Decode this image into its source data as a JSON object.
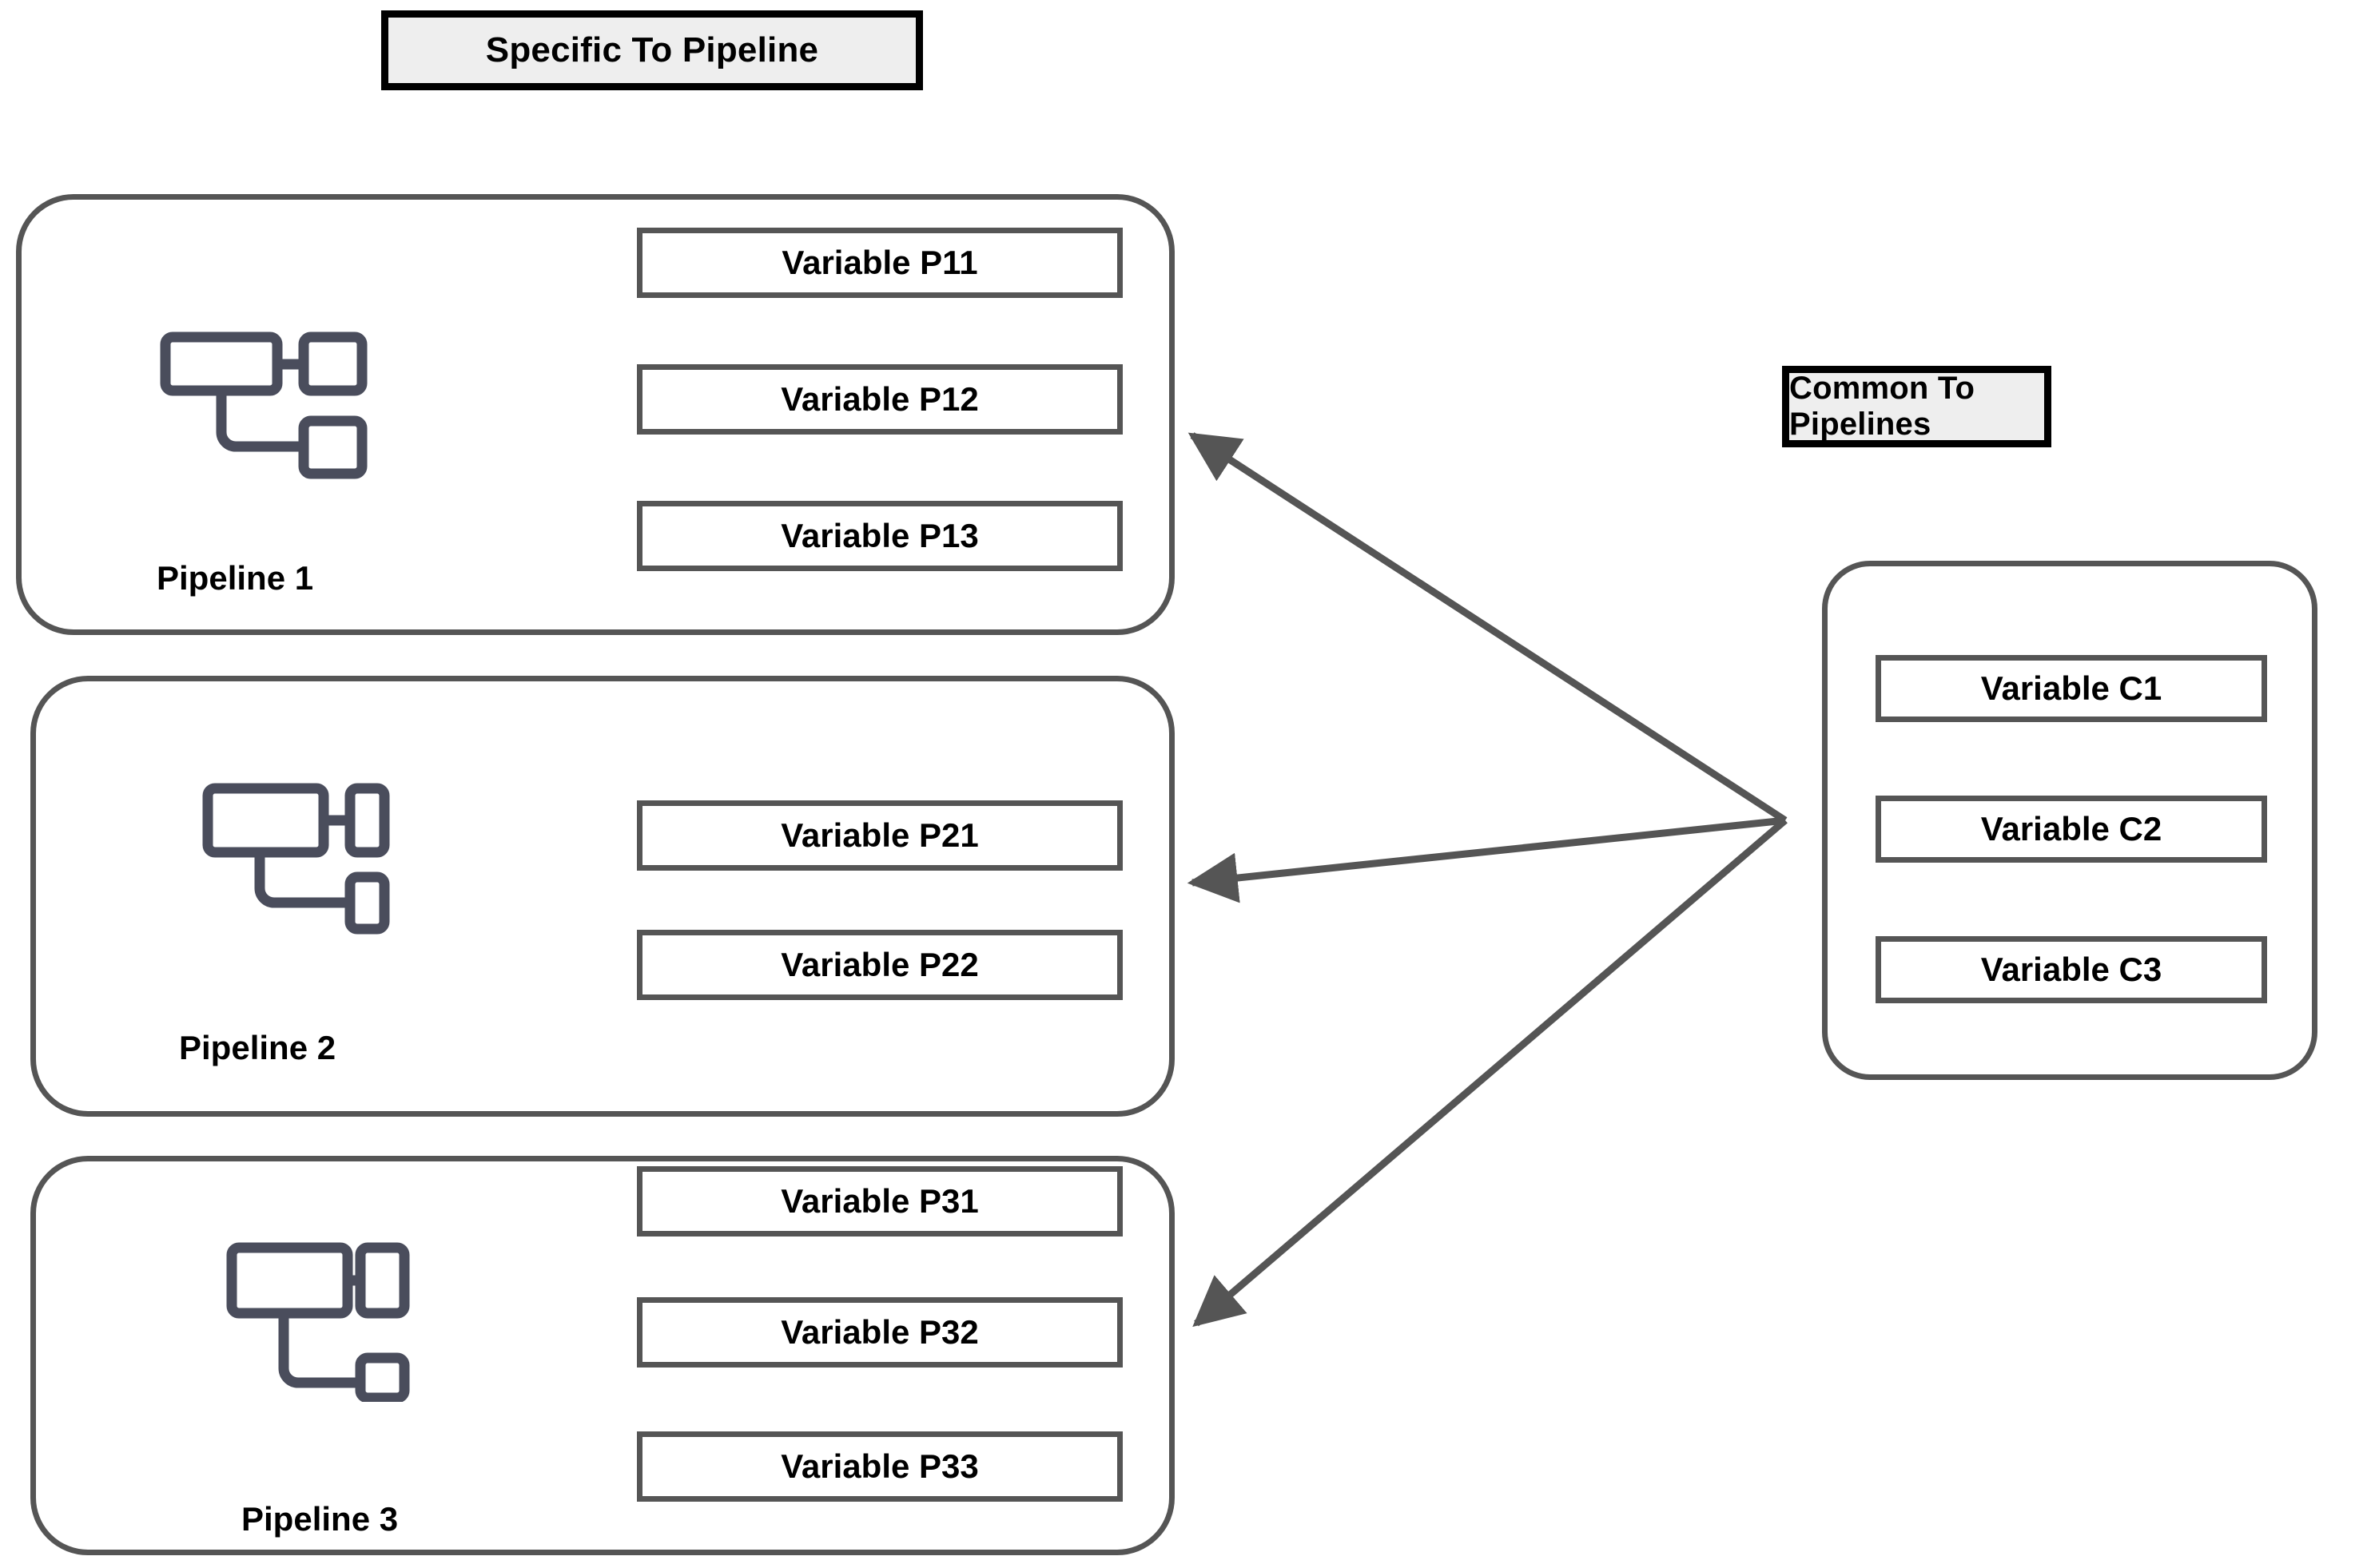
{
  "headers": {
    "specific": "Specific To Pipeline",
    "common": "Common To Pipelines"
  },
  "pipelines": [
    {
      "label": "Pipeline 1",
      "icon": "pipeline-flow-icon",
      "variables": [
        "Variable P11",
        "Variable P12",
        "Variable P13"
      ]
    },
    {
      "label": "Pipeline 2",
      "icon": "pipeline-flow-icon",
      "variables": [
        "Variable P21",
        "Variable P22"
      ]
    },
    {
      "label": "Pipeline 3",
      "icon": "pipeline-flow-icon",
      "variables": [
        "Variable P31",
        "Variable P32",
        "Variable P33"
      ]
    }
  ],
  "common": {
    "variables": [
      "Variable C1",
      "Variable C2",
      "Variable C3"
    ]
  },
  "arrows": {
    "count": 3,
    "origin": "common-group-left-edge",
    "targets": [
      "pipeline-1",
      "pipeline-2",
      "pipeline-3"
    ],
    "direction": "common-to-pipelines"
  },
  "colors": {
    "banner_fill": "#eeeeee",
    "banner_border": "#000000",
    "box_border": "#555555",
    "glyph": "#4a4d5c",
    "arrow": "#555555",
    "text": "#000000",
    "background": "#ffffff"
  }
}
